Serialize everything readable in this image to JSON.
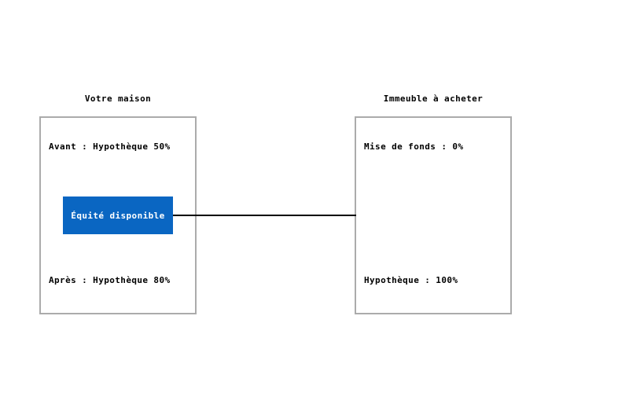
{
  "diagram": {
    "columns": [
      {
        "title": "Votre maison",
        "top_label": "Avant : Hypothèque 50%",
        "bottom_label": "Après : Hypothèque 80%"
      },
      {
        "title": "Immeuble à acheter",
        "top_label": "Mise de fonds : 0%",
        "bottom_label": "Hypothèque : 100%"
      }
    ],
    "equity_box": {
      "label": "Équité disponible",
      "fill_color": "#0a66c2",
      "text_color": "#ffffff"
    },
    "connector": {
      "color": "#000000"
    },
    "panel_border_color": "#ababab",
    "background_color": "#ffffff"
  }
}
